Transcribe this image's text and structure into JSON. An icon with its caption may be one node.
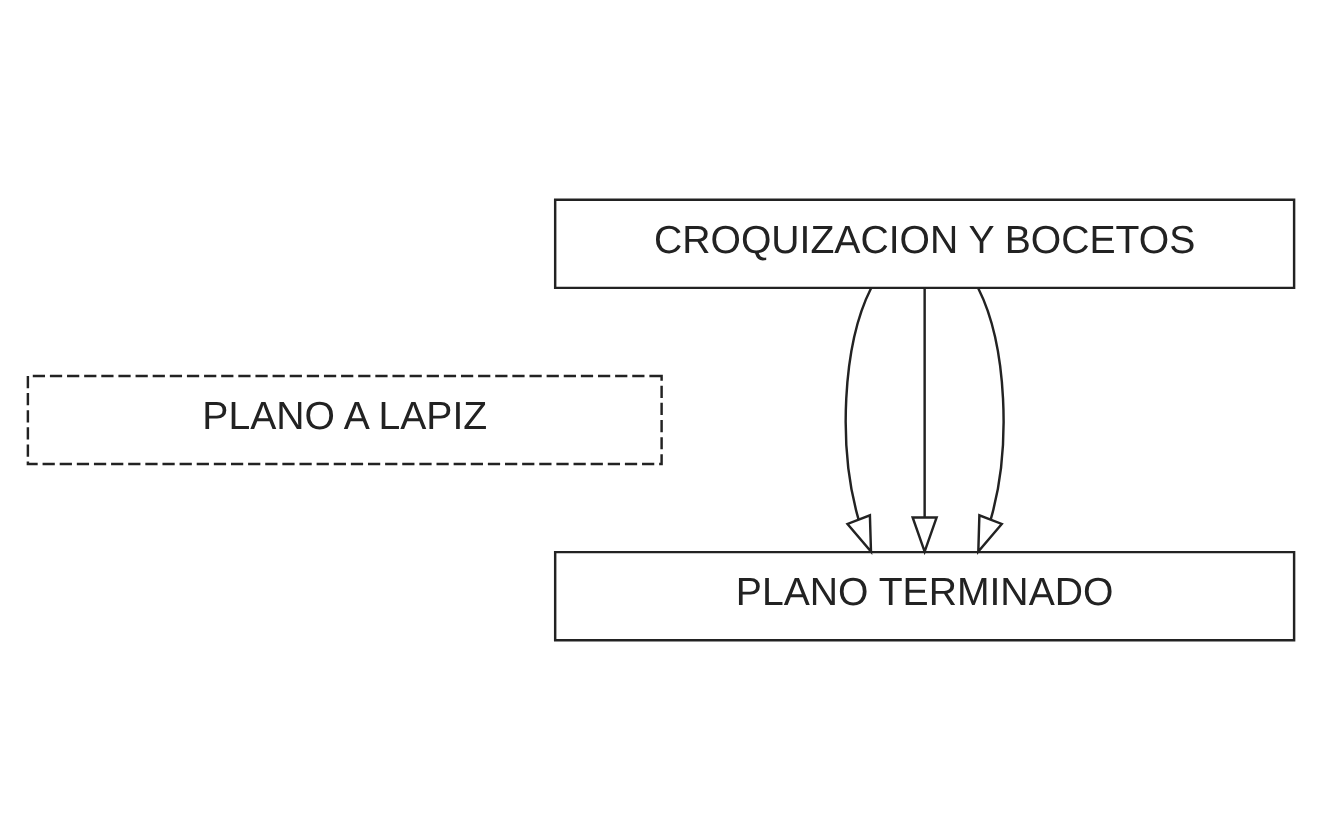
{
  "diagram": {
    "nodes": [
      {
        "text": [
          "CROQUIZACION Y BOCETOS"
        ]
      },
      {
        "text": [
          "PLANO A LAPIZ"
        ]
      },
      {
        "text": [
          "PLANO TERMINADO"
        ]
      }
    ],
    "edges": [
      {
        "from": 0,
        "to": 2,
        "arrow": "to"
      },
      {
        "from": 0,
        "to": 2,
        "arrow": "to"
      },
      {
        "from": 0,
        "to": 2,
        "arrow": "to"
      }
    ]
  }
}
